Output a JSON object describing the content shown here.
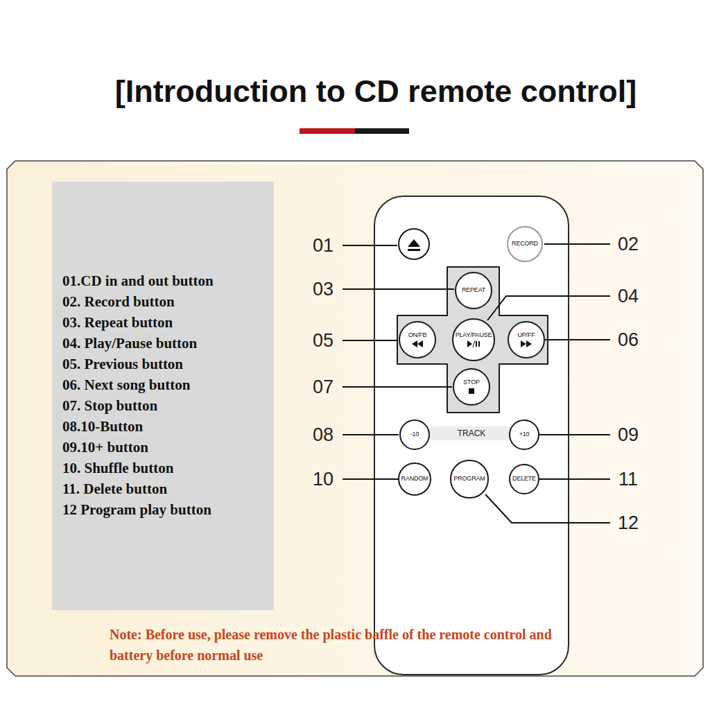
{
  "diagram": {
    "title": "[Introduction to CD remote control]",
    "nodes": [
      {
        "text": [
          "01.CD in and out button",
          "02. Record button",
          "03. Repeat button",
          "04. Play/Pause button",
          "05. Previous button",
          "06. Next song button",
          "07. Stop button",
          "08.10-Button",
          "09.10+ button",
          "10. Shuffle button",
          "11. Delete button",
          "12 Program play button"
        ]
      },
      {
        "text": [
          "RECORD"
        ]
      },
      {
        "text": [
          "REPEAT"
        ]
      },
      {
        "text": [
          "ON/FB"
        ]
      },
      {
        "text": [
          "PLAY/PAUSE"
        ]
      },
      {
        "text": [
          "UP/FF"
        ]
      },
      {
        "text": [
          "STOP"
        ]
      },
      {
        "text": [
          "-10"
        ]
      },
      {
        "text": [
          "+10"
        ]
      },
      {
        "text": [
          "RANDOM"
        ]
      },
      {
        "text": [
          "PROGRAM"
        ]
      },
      {
        "text": [
          "DELETE"
        ]
      }
    ],
    "labels": [
      "01",
      "02",
      "03",
      "04",
      "05",
      "06",
      "07",
      "08",
      "09",
      "10",
      "11",
      "12",
      "TRACK",
      "Note: Before use, please remove the plastic baffle of the remote control and battery before normal use"
    ]
  }
}
